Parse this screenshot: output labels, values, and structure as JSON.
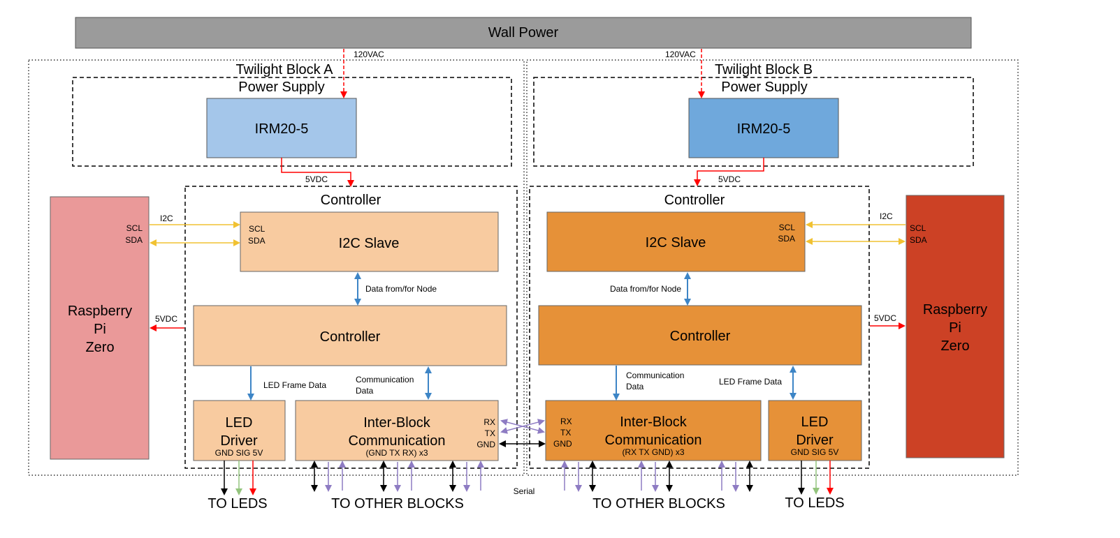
{
  "wall_power": "Wall Power",
  "block_a": {
    "title": "Twilight Block A",
    "power_supply_label": "Power Supply",
    "psu_name": "IRM20-5",
    "ac_label": "120VAC",
    "dc_label": "5VDC",
    "controller_group_label": "Controller",
    "i2c_slave": "I2C Slave",
    "scl": "SCL",
    "sda": "SDA",
    "i2c_label": "I2C",
    "data_node_label": "Data from/for Node",
    "controller": "Controller",
    "pi_line1": "Raspberry",
    "pi_line2": "Pi",
    "pi_line3": "Zero",
    "pi_scl": "SCL",
    "pi_sda": "SDA",
    "pi_power_label": "5VDC",
    "led_frame_label": "LED Frame Data",
    "comm_label_1": "Communication",
    "comm_label_2": "Data",
    "led_driver_1": "LED",
    "led_driver_2": "Driver",
    "led_pins": "GND SIG 5V",
    "ibc_1": "Inter-Block",
    "ibc_2": "Communication",
    "ibc_pins": "(GND TX RX) x3",
    "rx": "RX",
    "tx": "TX",
    "gnd": "GND",
    "to_leds": "TO LEDS",
    "to_blocks": "TO OTHER BLOCKS"
  },
  "block_b": {
    "title": "Twilight Block B",
    "power_supply_label": "Power Supply",
    "psu_name": "IRM20-5",
    "ac_label": "120VAC",
    "dc_label": "5VDC",
    "controller_group_label": "Controller",
    "i2c_slave": "I2C Slave",
    "scl": "SCL",
    "sda": "SDA",
    "i2c_label": "I2C",
    "data_node_label": "Data from/for Node",
    "controller": "Controller",
    "pi_line1": "Raspberry",
    "pi_line2": "Pi",
    "pi_line3": "Zero",
    "pi_scl": "SCL",
    "pi_sda": "SDA",
    "pi_power_label": "5VDC",
    "led_frame_label": "LED Frame Data",
    "comm_label_1": "Communication",
    "comm_label_2": "Data",
    "led_driver_1": "LED",
    "led_driver_2": "Driver",
    "led_pins": "GND SIG 5V",
    "ibc_1": "Inter-Block",
    "ibc_2": "Communication",
    "ibc_pins": "(RX TX GND) x3",
    "rx": "RX",
    "tx": "TX",
    "gnd": "GND",
    "to_leds": "TO LEDS",
    "to_blocks": "TO OTHER BLOCKS"
  },
  "serial_label": "Serial",
  "colors": {
    "wall": "#9b9b9b",
    "psu_a": "#a4c6ea",
    "psu_b": "#6fa8dc",
    "block_a_fill": "#f8cba0",
    "block_b_fill": "#e69138",
    "pi_a": "#ea9999",
    "pi_b": "#cc4125",
    "power_arrow": "#ff0000",
    "i2c_arrow": "#f1c232",
    "data_arrow": "#3d85c6",
    "purple": "#8e7cc3",
    "green": "#93c47d"
  }
}
